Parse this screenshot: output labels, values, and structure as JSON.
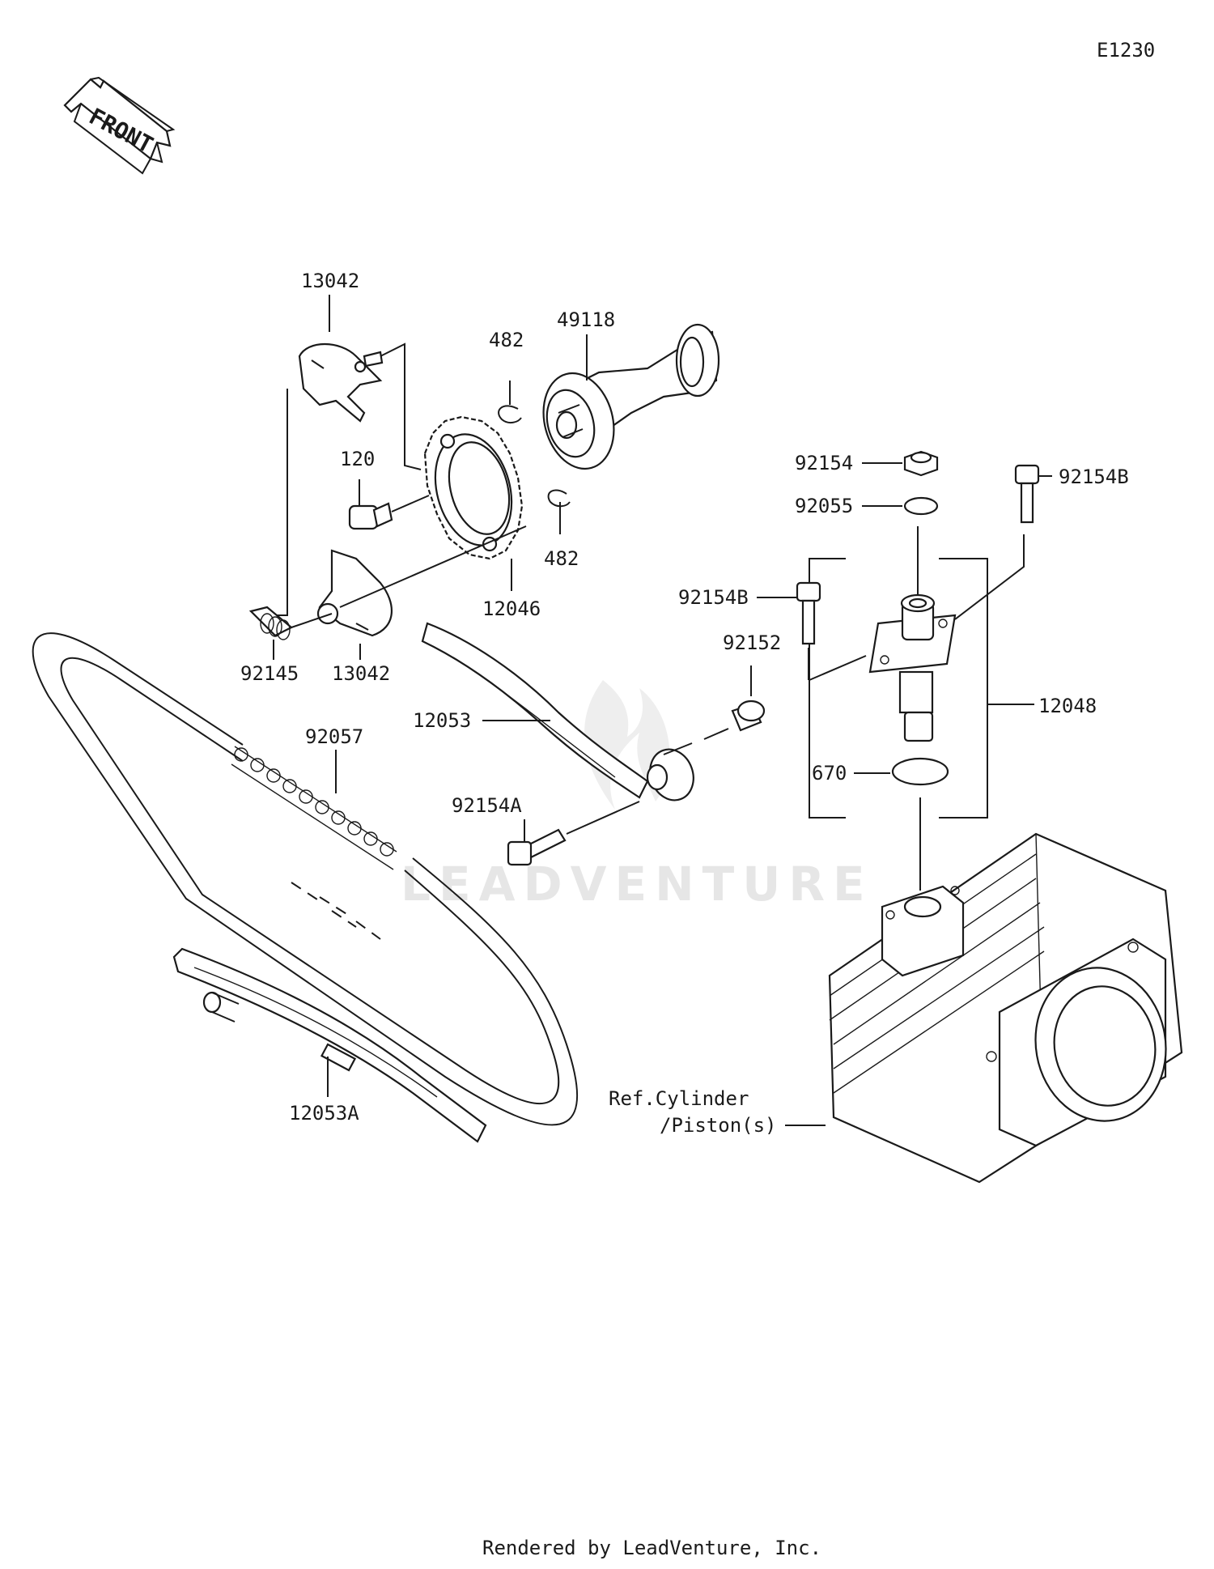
{
  "diagram_code": "E1230",
  "front_label": "FRONT",
  "watermark": "LEADVENTURE",
  "credit": "Rendered by LeadVenture, Inc.",
  "callouts": {
    "c13042_top": "13042",
    "c49118": "49118",
    "c482_top": "482",
    "c120": "120",
    "c482_bottom": "482",
    "c12046": "12046",
    "c92145": "92145",
    "c13042_bottom": "13042",
    "c92057": "92057",
    "c12053": "12053",
    "c92154A": "92154A",
    "c92152": "92152",
    "c92154": "92154",
    "c92154B_right": "92154B",
    "c92055": "92055",
    "c92154B_left": "92154B",
    "c12048": "12048",
    "c670": "670",
    "c12053A": "12053A"
  },
  "reference": {
    "line1": "Ref.Cylinder",
    "line2": "/Piston(s)"
  }
}
